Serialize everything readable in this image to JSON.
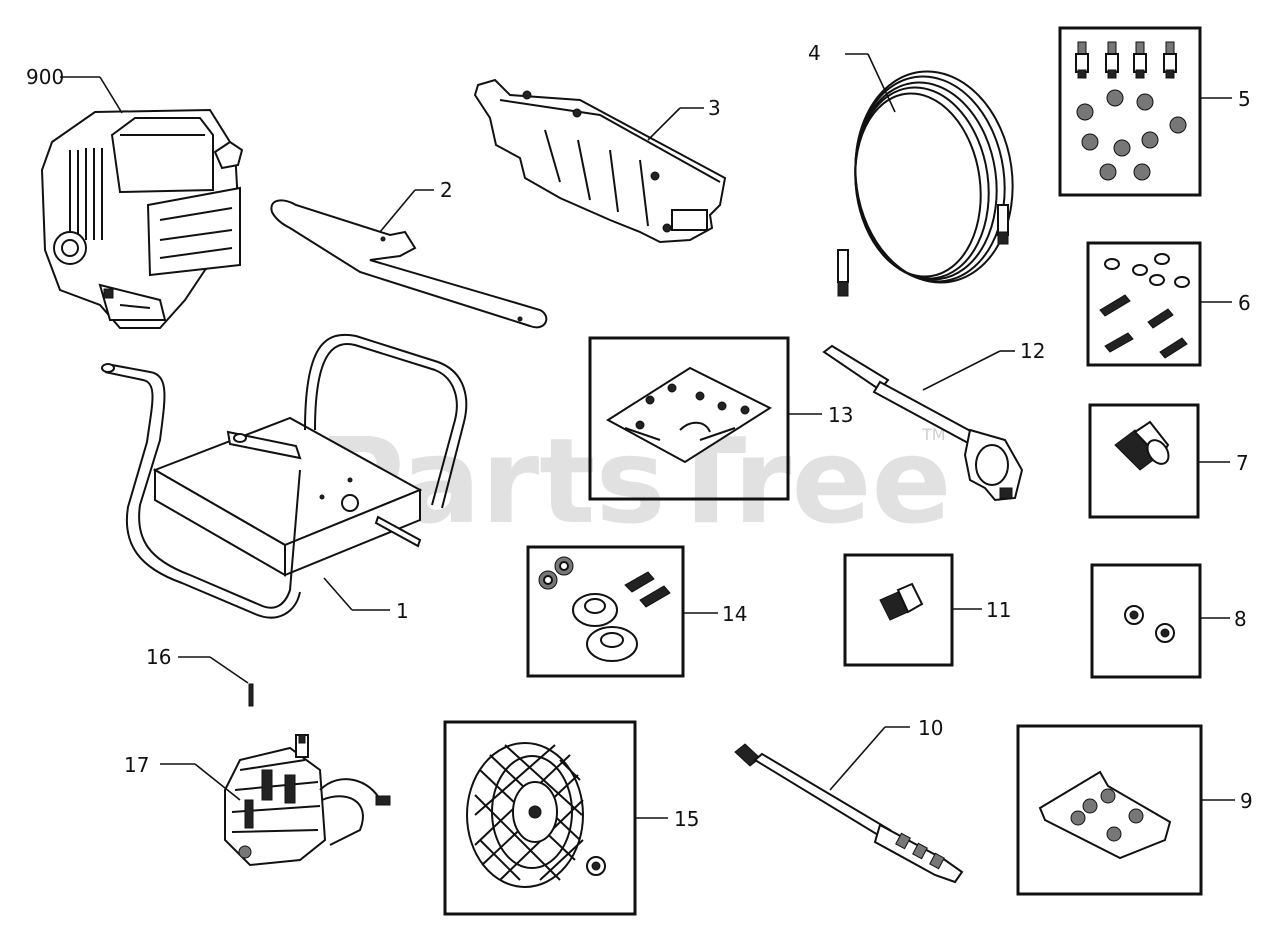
{
  "watermark": {
    "text": "PartsTree",
    "mark": "TM"
  },
  "parts": {
    "p900": "900",
    "p1": "1",
    "p2": "2",
    "p3": "3",
    "p4": "4",
    "p5": "5",
    "p6": "6",
    "p7": "7",
    "p8": "8",
    "p9": "9",
    "p10": "10",
    "p11": "11",
    "p12": "12",
    "p13": "13",
    "p14": "14",
    "p15": "15",
    "p16": "16",
    "p17": "17"
  },
  "icons": [
    "engine",
    "frame",
    "handle",
    "shroud",
    "hose",
    "hardware-kit",
    "coupler",
    "spray-gun",
    "lance",
    "wheel",
    "pump"
  ]
}
